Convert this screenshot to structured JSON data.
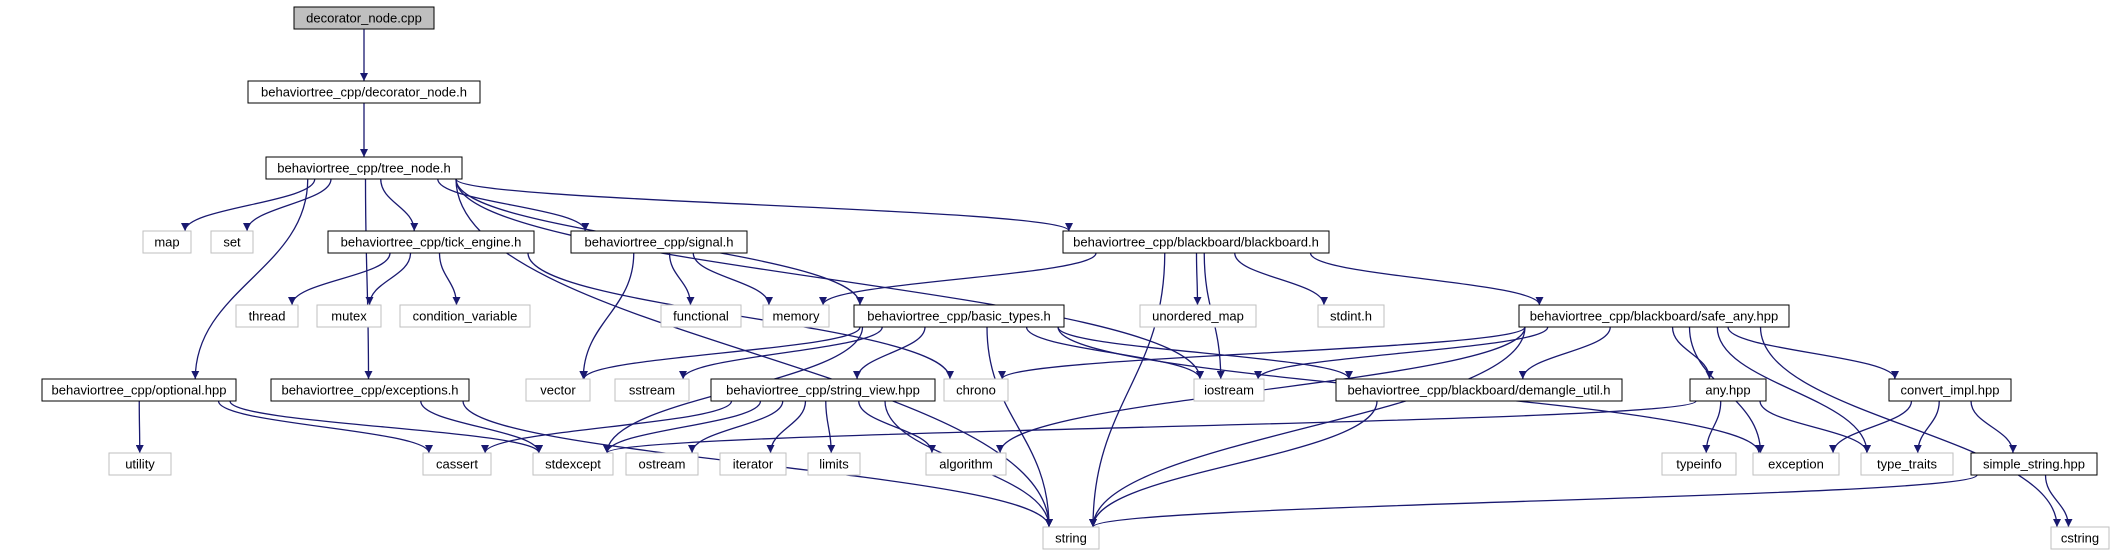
{
  "diagram": {
    "type": "include-dependency-graph",
    "colors": {
      "edge": "#191970",
      "root_fill": "#bfbfbf",
      "box_border": "#000000",
      "system_border": "#bfbfbf",
      "background": "#ffffff"
    },
    "nodes": [
      {
        "id": "decorator_node_cpp",
        "label": "decorator_node.cpp",
        "kind": "root"
      },
      {
        "id": "decorator_node_h",
        "label": "behaviortree_cpp/decorator_node.h",
        "kind": "project"
      },
      {
        "id": "tree_node_h",
        "label": "behaviortree_cpp/tree_node.h",
        "kind": "project"
      },
      {
        "id": "map",
        "label": "map",
        "kind": "system"
      },
      {
        "id": "set",
        "label": "set",
        "kind": "system"
      },
      {
        "id": "tick_engine_h",
        "label": "behaviortree_cpp/tick_engine.h",
        "kind": "project"
      },
      {
        "id": "signal_h",
        "label": "behaviortree_cpp/signal.h",
        "kind": "project"
      },
      {
        "id": "blackboard_h",
        "label": "behaviortree_cpp/blackboard/blackboard.h",
        "kind": "project"
      },
      {
        "id": "thread",
        "label": "thread",
        "kind": "system"
      },
      {
        "id": "mutex",
        "label": "mutex",
        "kind": "system"
      },
      {
        "id": "condition_variable",
        "label": "condition_variable",
        "kind": "system"
      },
      {
        "id": "functional",
        "label": "functional",
        "kind": "system"
      },
      {
        "id": "memory",
        "label": "memory",
        "kind": "system"
      },
      {
        "id": "basic_types_h",
        "label": "behaviortree_cpp/basic_types.h",
        "kind": "project"
      },
      {
        "id": "unordered_map",
        "label": "unordered_map",
        "kind": "system"
      },
      {
        "id": "stdint_h",
        "label": "stdint.h",
        "kind": "system"
      },
      {
        "id": "safe_any_hpp",
        "label": "behaviortree_cpp/blackboard/safe_any.hpp",
        "kind": "project"
      },
      {
        "id": "optional_hpp",
        "label": "behaviortree_cpp/optional.hpp",
        "kind": "project"
      },
      {
        "id": "exceptions_h",
        "label": "behaviortree_cpp/exceptions.h",
        "kind": "project"
      },
      {
        "id": "vector",
        "label": "vector",
        "kind": "system"
      },
      {
        "id": "sstream",
        "label": "sstream",
        "kind": "system"
      },
      {
        "id": "string_view_hpp",
        "label": "behaviortree_cpp/string_view.hpp",
        "kind": "project"
      },
      {
        "id": "chrono",
        "label": "chrono",
        "kind": "system"
      },
      {
        "id": "iostream",
        "label": "iostream",
        "kind": "system"
      },
      {
        "id": "demangle_util_h",
        "label": "behaviortree_cpp/blackboard/demangle_util.h",
        "kind": "project"
      },
      {
        "id": "any_hpp",
        "label": "any.hpp",
        "kind": "project"
      },
      {
        "id": "convert_impl_hpp",
        "label": "convert_impl.hpp",
        "kind": "project"
      },
      {
        "id": "utility",
        "label": "utility",
        "kind": "system"
      },
      {
        "id": "cassert",
        "label": "cassert",
        "kind": "system"
      },
      {
        "id": "stdexcept",
        "label": "stdexcept",
        "kind": "system"
      },
      {
        "id": "ostream",
        "label": "ostream",
        "kind": "system"
      },
      {
        "id": "iterator",
        "label": "iterator",
        "kind": "system"
      },
      {
        "id": "limits",
        "label": "limits",
        "kind": "system"
      },
      {
        "id": "algorithm",
        "label": "algorithm",
        "kind": "system"
      },
      {
        "id": "typeinfo",
        "label": "typeinfo",
        "kind": "system"
      },
      {
        "id": "exception",
        "label": "exception",
        "kind": "system"
      },
      {
        "id": "type_traits",
        "label": "type_traits",
        "kind": "system"
      },
      {
        "id": "simple_string_hpp",
        "label": "simple_string.hpp",
        "kind": "project"
      },
      {
        "id": "string",
        "label": "string",
        "kind": "system"
      },
      {
        "id": "cstring",
        "label": "cstring",
        "kind": "system"
      }
    ],
    "edges": [
      {
        "from": "decorator_node_cpp",
        "to": "decorator_node_h"
      },
      {
        "from": "decorator_node_h",
        "to": "tree_node_h"
      },
      {
        "from": "tree_node_h",
        "to": "map"
      },
      {
        "from": "tree_node_h",
        "to": "set"
      },
      {
        "from": "tree_node_h",
        "to": "tick_engine_h"
      },
      {
        "from": "tree_node_h",
        "to": "signal_h"
      },
      {
        "from": "tree_node_h",
        "to": "blackboard_h"
      },
      {
        "from": "tree_node_h",
        "to": "basic_types_h"
      },
      {
        "from": "tree_node_h",
        "to": "optional_hpp"
      },
      {
        "from": "tree_node_h",
        "to": "exceptions_h"
      },
      {
        "from": "tree_node_h",
        "to": "string"
      },
      {
        "from": "tree_node_h",
        "to": "iostream"
      },
      {
        "from": "tick_engine_h",
        "to": "thread"
      },
      {
        "from": "tick_engine_h",
        "to": "mutex"
      },
      {
        "from": "tick_engine_h",
        "to": "condition_variable"
      },
      {
        "from": "tick_engine_h",
        "to": "chrono"
      },
      {
        "from": "signal_h",
        "to": "functional"
      },
      {
        "from": "signal_h",
        "to": "memory"
      },
      {
        "from": "signal_h",
        "to": "vector"
      },
      {
        "from": "blackboard_h",
        "to": "memory"
      },
      {
        "from": "blackboard_h",
        "to": "unordered_map"
      },
      {
        "from": "blackboard_h",
        "to": "stdint_h"
      },
      {
        "from": "blackboard_h",
        "to": "safe_any_hpp"
      },
      {
        "from": "blackboard_h",
        "to": "iostream"
      },
      {
        "from": "blackboard_h",
        "to": "string"
      },
      {
        "from": "basic_types_h",
        "to": "vector"
      },
      {
        "from": "basic_types_h",
        "to": "sstream"
      },
      {
        "from": "basic_types_h",
        "to": "string_view_hpp"
      },
      {
        "from": "basic_types_h",
        "to": "iostream"
      },
      {
        "from": "basic_types_h",
        "to": "demangle_util_h"
      },
      {
        "from": "basic_types_h",
        "to": "stdexcept"
      },
      {
        "from": "basic_types_h",
        "to": "string"
      },
      {
        "from": "basic_types_h",
        "to": "exception"
      },
      {
        "from": "safe_any_hpp",
        "to": "chrono"
      },
      {
        "from": "safe_any_hpp",
        "to": "iostream"
      },
      {
        "from": "safe_any_hpp",
        "to": "demangle_util_h"
      },
      {
        "from": "safe_any_hpp",
        "to": "any_hpp"
      },
      {
        "from": "safe_any_hpp",
        "to": "convert_impl_hpp"
      },
      {
        "from": "safe_any_hpp",
        "to": "algorithm"
      },
      {
        "from": "safe_any_hpp",
        "to": "string"
      },
      {
        "from": "safe_any_hpp",
        "to": "exception"
      },
      {
        "from": "safe_any_hpp",
        "to": "type_traits"
      },
      {
        "from": "safe_any_hpp",
        "to": "cstring"
      },
      {
        "from": "optional_hpp",
        "to": "utility"
      },
      {
        "from": "optional_hpp",
        "to": "cassert"
      },
      {
        "from": "optional_hpp",
        "to": "stdexcept"
      },
      {
        "from": "exceptions_h",
        "to": "stdexcept"
      },
      {
        "from": "exceptions_h",
        "to": "string"
      },
      {
        "from": "string_view_hpp",
        "to": "cassert"
      },
      {
        "from": "string_view_hpp",
        "to": "stdexcept"
      },
      {
        "from": "string_view_hpp",
        "to": "ostream"
      },
      {
        "from": "string_view_hpp",
        "to": "iterator"
      },
      {
        "from": "string_view_hpp",
        "to": "limits"
      },
      {
        "from": "string_view_hpp",
        "to": "algorithm"
      },
      {
        "from": "string_view_hpp",
        "to": "string"
      },
      {
        "from": "demangle_util_h",
        "to": "string"
      },
      {
        "from": "any_hpp",
        "to": "stdexcept"
      },
      {
        "from": "any_hpp",
        "to": "typeinfo"
      },
      {
        "from": "any_hpp",
        "to": "type_traits"
      },
      {
        "from": "convert_impl_hpp",
        "to": "exception"
      },
      {
        "from": "convert_impl_hpp",
        "to": "type_traits"
      },
      {
        "from": "convert_impl_hpp",
        "to": "simple_string_hpp"
      },
      {
        "from": "simple_string_hpp",
        "to": "string"
      },
      {
        "from": "simple_string_hpp",
        "to": "cstring"
      }
    ]
  }
}
